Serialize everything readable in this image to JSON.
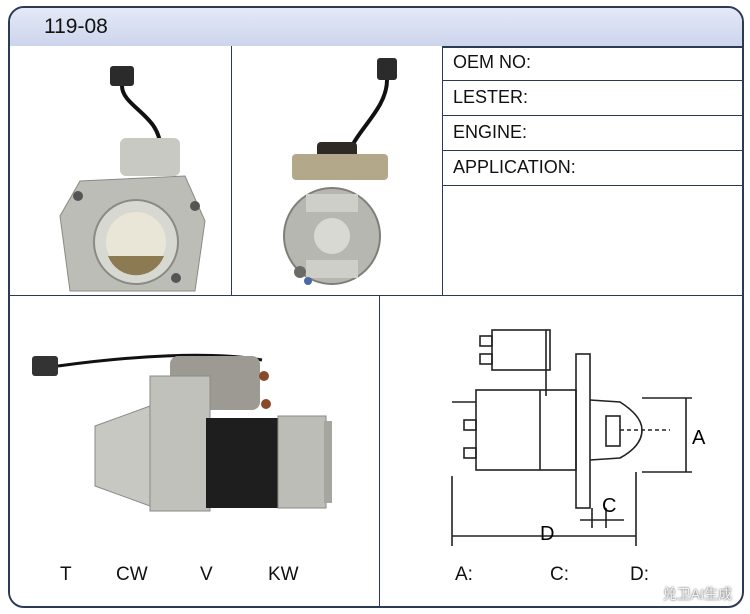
{
  "header": {
    "title": "119-08"
  },
  "specs": [
    {
      "label": "OEM NO:"
    },
    {
      "label": "LESTER:"
    },
    {
      "label": "ENGINE:"
    },
    {
      "label": "APPLICATION:"
    }
  ],
  "spec_table": {
    "columns": [
      "T",
      "CW",
      "V",
      "KW"
    ]
  },
  "dimensions": {
    "a_label": "A",
    "c_label": "C",
    "d_label": "D",
    "a_field": "A:",
    "c_field": "C:",
    "d_field": "D:"
  },
  "watermark": "兑卫AI生成"
}
